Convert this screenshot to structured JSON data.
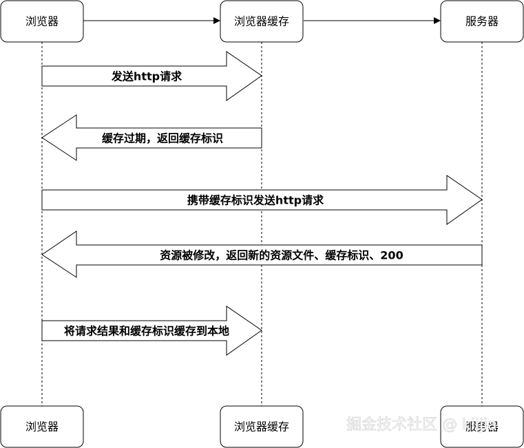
{
  "participants": {
    "browser": "浏览器",
    "cache": "浏览器缓存",
    "server": "服务器"
  },
  "messages": [
    "发送http请求",
    "缓存过期，返回缓存标识",
    "携带缓存标识发送http请求",
    "资源被修改，返回新的资源文件、缓存标识、200",
    "将请求结果和缓存标识缓存到本地"
  ],
  "watermark": "掘金技术社区 @ kiijia"
}
